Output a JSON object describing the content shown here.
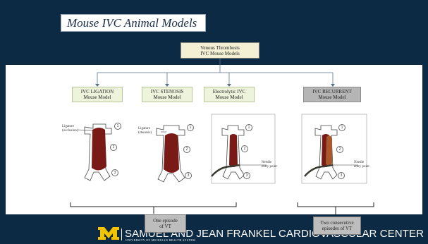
{
  "slide": {
    "title": "Mouse IVC Animal Models",
    "root": {
      "line1": "Venous Thrombosis",
      "line2": "IVC Mouse Models"
    },
    "models": [
      {
        "line1": "IVC LIGATION",
        "line2": "Mouse Model"
      },
      {
        "line1": "IVC STENOSIS",
        "line2": "Mouse Model"
      },
      {
        "line1": "Electrolytic IVC",
        "line2": "Mouse Model"
      },
      {
        "line1": "IVC RECURRENT",
        "line2": "Mouse Model"
      }
    ],
    "annotations": {
      "ligature_occlusion": {
        "line1": "Ligature",
        "line2": "(occlusion)"
      },
      "ligature_stenosis": {
        "line1": "Ligature",
        "line2": "(stenosis)"
      },
      "needle_entry_1": {
        "line1": "Needle",
        "line2": "entry point"
      },
      "needle_entry_2": {
        "line1": "Needle",
        "line2": "entry point"
      }
    },
    "markers": [
      "1",
      "2",
      "3"
    ],
    "bottom_labels": {
      "one_episode": {
        "line1": "One episode",
        "line2": "of VT"
      },
      "two_episodes": {
        "line1": "Two consecutive",
        "line2": "episodes of VT"
      }
    },
    "footer": {
      "center_name": "SAMUEL AND JEAN FRANKEL CARDIOVASCULAR CENTER",
      "subtitle": "UNIVERSITY OF MICHIGAN HEALTH SYSTEM"
    }
  },
  "colors": {
    "background": "#0c2a43",
    "model_box": "#eef3dc",
    "recurrent_box": "#b5b5b5",
    "thrombus": "#7a1a17",
    "logo_maize": "#f3c200"
  }
}
